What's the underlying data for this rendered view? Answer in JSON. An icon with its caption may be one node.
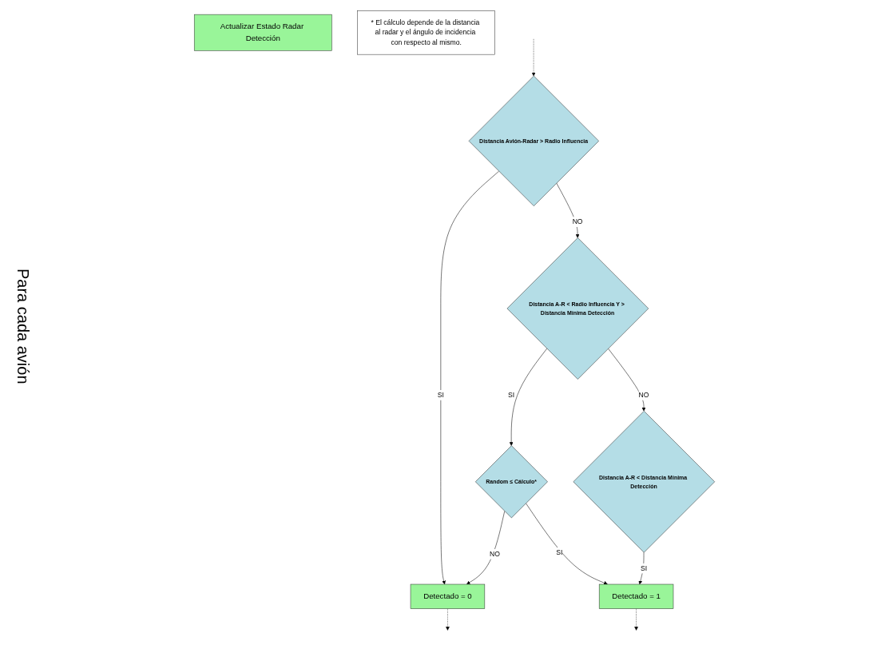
{
  "diagram": {
    "nodes": [
      {
        "text": [
          "Actualizar Estado Radar Detección"
        ]
      },
      {
        "text": [
          "* El cálculo depende de la distancia al radar y el ángulo de incidencia con respecto al mismo."
        ]
      },
      {
        "text": [
          "Distancia Avión-Radar > Radio Influencia"
        ]
      },
      {
        "text": [
          "Detectado = 0"
        ]
      },
      {
        "text": [
          "Distancia A-R < Radio Influencia Y > Distancia Mínima Detección"
        ]
      },
      {
        "text": [
          "Random ≤ Cálculo*"
        ]
      },
      {
        "text": [
          "Distancia A-R < Distancia Mínima Detección"
        ]
      },
      {
        "text": [
          "Detectado = 1"
        ]
      }
    ],
    "edges": [
      {
        "from": null,
        "to": 2,
        "arrow": "to",
        "style": "dashed"
      },
      {
        "from": 2,
        "to": 3,
        "label": "SI",
        "arrow": "to"
      },
      {
        "from": 2,
        "to": 4,
        "label": "NO",
        "arrow": "to"
      },
      {
        "from": 4,
        "to": 5,
        "label": "SI",
        "arrow": "to"
      },
      {
        "from": 5,
        "to": 3,
        "label": "NO",
        "arrow": "to"
      },
      {
        "from": 5,
        "to": 7,
        "label": "SI",
        "arrow": "to"
      },
      {
        "from": 4,
        "to": 6,
        "label": "NO",
        "arrow": "to"
      },
      {
        "from": 6,
        "to": 7,
        "label": "SI",
        "arrow": "to"
      },
      {
        "from": 3,
        "to": null,
        "arrow": "to",
        "style": "dashed"
      },
      {
        "from": 7,
        "to": null,
        "arrow": "to",
        "style": "dashed"
      }
    ],
    "labels": [
      "Para cada avión"
    ]
  }
}
